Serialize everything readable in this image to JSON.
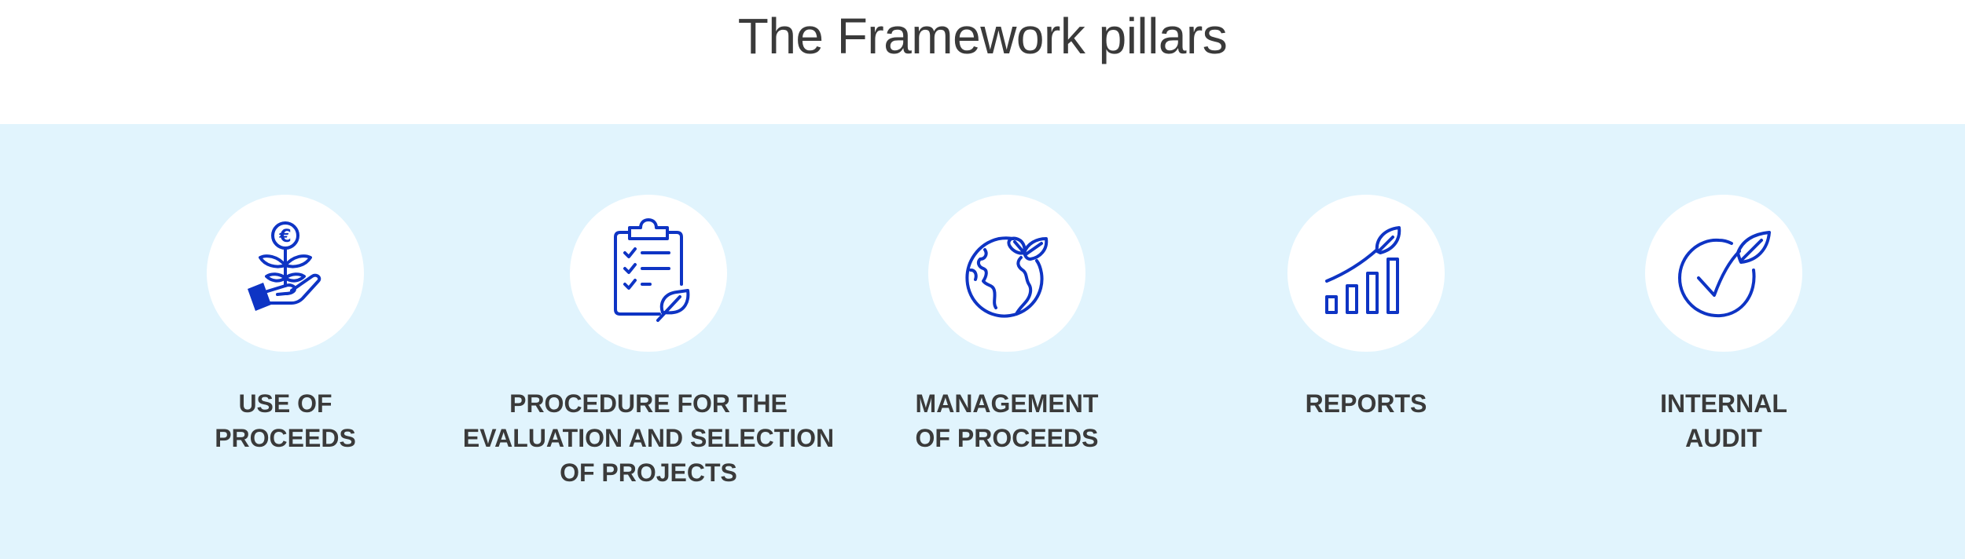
{
  "page": {
    "title": "The Framework pillars"
  },
  "colors": {
    "band_background": "#e1f4fd",
    "icon_color": "#0e34c4",
    "text_color": "#3a3a3a"
  },
  "pillars": [
    {
      "icon": "plant-euro-hand-icon",
      "label_lines": [
        "USE OF",
        "PROCEEDS"
      ]
    },
    {
      "icon": "clipboard-checklist-leaf-icon",
      "label_lines": [
        "PROCEDURE FOR THE",
        "EVALUATION AND SELECTION",
        "OF PROJECTS"
      ]
    },
    {
      "icon": "globe-leaves-icon",
      "label_lines": [
        "MANAGEMENT",
        "OF PROCEEDS"
      ]
    },
    {
      "icon": "growth-chart-leaf-icon",
      "label_lines": [
        "REPORTS"
      ]
    },
    {
      "icon": "check-leaf-circle-icon",
      "label_lines": [
        "INTERNAL",
        "AUDIT"
      ]
    }
  ]
}
